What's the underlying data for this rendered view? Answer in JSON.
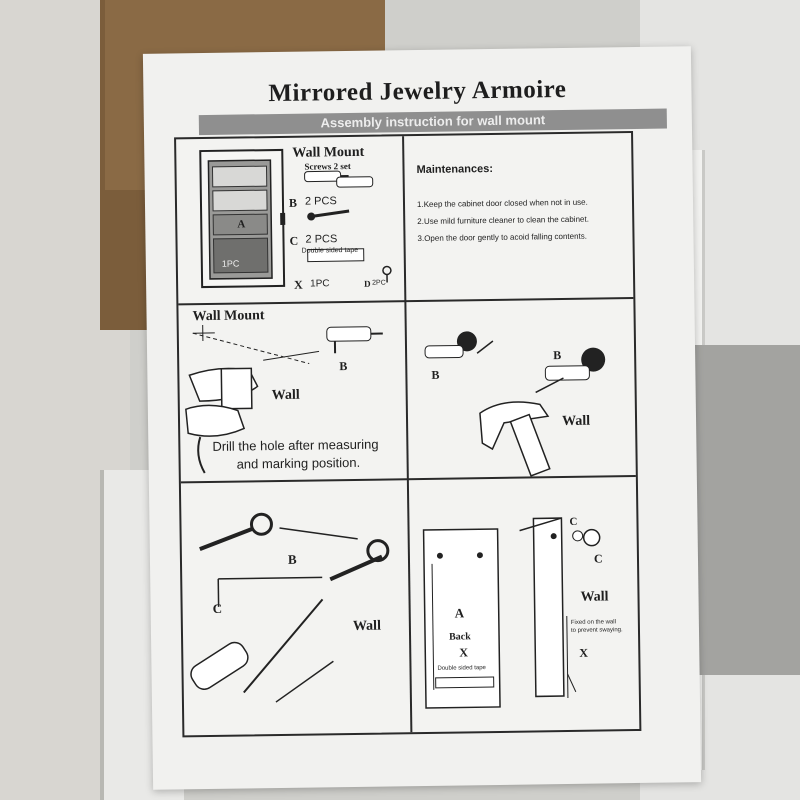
{
  "document": {
    "title": "Mirrored Jewelry Armoire",
    "subtitle": "Assembly instruction for wall mount"
  },
  "parts_panel": {
    "heading": "Wall Mount",
    "subheading": "Screws 2 set",
    "part_b": "B",
    "part_b_qty": "2 PCS",
    "part_c": "C",
    "part_c_qty": "2 PCS",
    "tape_label": "Double sided tape",
    "part_x": "X",
    "part_x_qty": "1PC",
    "part_d": "D",
    "part_d_qty": "2PC",
    "cabinet_letter": "A",
    "cabinet_qty": "1PC"
  },
  "maintenance": {
    "heading": "Maintenances:",
    "items": [
      "1.Keep the cabinet door closed when not in use.",
      "2.Use mild furniture cleaner to clean the cabinet.",
      "3.Open the door gently to acoid falling contents."
    ]
  },
  "step_drill": {
    "heading": "Wall Mount",
    "label_b": "B",
    "wall": "Wall",
    "instruction_line1": "Drill the hole after measuring",
    "instruction_line2": "and marking position."
  },
  "step_hammer": {
    "label_b1": "B",
    "label_b2": "B",
    "wall": "Wall"
  },
  "step_screw": {
    "label_b": "B",
    "label_c": "C",
    "wall": "Wall"
  },
  "step_mount": {
    "label_a": "A",
    "back": "Back",
    "label_x": "X",
    "tape_label": "Double sided tape",
    "label_c1": "C",
    "label_c2": "C",
    "wall": "Wall",
    "note_line1": "Fixed on the wall",
    "note_line2": "to prevent swaying.",
    "label_x2": "X"
  }
}
